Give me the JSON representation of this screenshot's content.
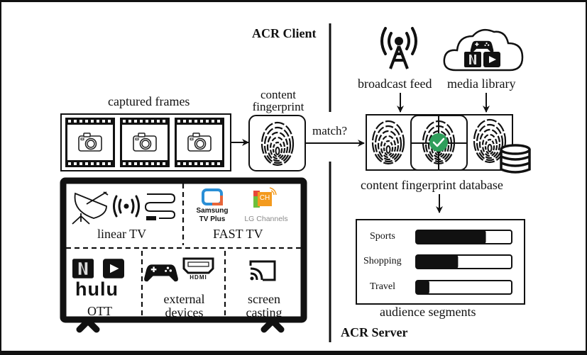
{
  "sections": {
    "client_label": "ACR Client",
    "server_label": "ACR Server"
  },
  "client": {
    "captured_frames_label": "captured frames",
    "frame_count": 3,
    "frame_icon": "camera-icon",
    "fingerprint_label_line1": "content",
    "fingerprint_label_line2": "fingerprint",
    "match_label": "match?"
  },
  "tv": {
    "cells": [
      {
        "id": "linear-tv",
        "label": "linear TV",
        "icons": [
          "satellite-dish-icon",
          "broadcast-signal-icon",
          "cable-icon"
        ]
      },
      {
        "id": "fast-tv",
        "label": "FAST TV",
        "icons": [
          "samsung-tv-plus-logo",
          "lg-channels-logo"
        ],
        "logo_texts": {
          "samsung_line1": "Samsung",
          "samsung_line2": "TV Plus",
          "lg": "LG Channels",
          "lg_badge": "CH"
        }
      },
      {
        "id": "ott",
        "label": "OTT",
        "icons": [
          "netflix-icon",
          "youtube-icon",
          "hulu-logo"
        ],
        "logo_texts": {
          "netflix": "N",
          "hulu": "hulu"
        }
      },
      {
        "id": "external-devices",
        "label_line1": "external",
        "label_line2": "devices",
        "icons": [
          "gamepad-icon",
          "hdmi-icon"
        ],
        "logo_texts": {
          "hdmi": "HDMI"
        }
      },
      {
        "id": "screen-casting",
        "label_line1": "screen",
        "label_line2": "casting",
        "icons": [
          "cast-icon"
        ]
      }
    ]
  },
  "server": {
    "broadcast_feed_label": "broadcast feed",
    "media_library_label": "media library",
    "media_library_icons": [
      "cloud-icon",
      "gamepad-icon",
      "netflix-icon",
      "youtube-icon"
    ],
    "database_label": "content fingerprint database",
    "match_badge": "check-icon",
    "audience_label": "audience segments",
    "segments": [
      {
        "name": "Sports",
        "fill": 0.73
      },
      {
        "name": "Shopping",
        "fill": 0.44
      },
      {
        "name": "Travel",
        "fill": 0.14
      }
    ]
  },
  "colors": {
    "ink": "#111111",
    "match_green": "#2e9e5b",
    "samsung_blue": "#2a8fd6",
    "samsung_orange": "#e8653a",
    "lg_orange": "#f39a1e",
    "lg_green": "#6cbf3c",
    "lg_red": "#e8473a",
    "lg_text": "#8a8a8a"
  }
}
